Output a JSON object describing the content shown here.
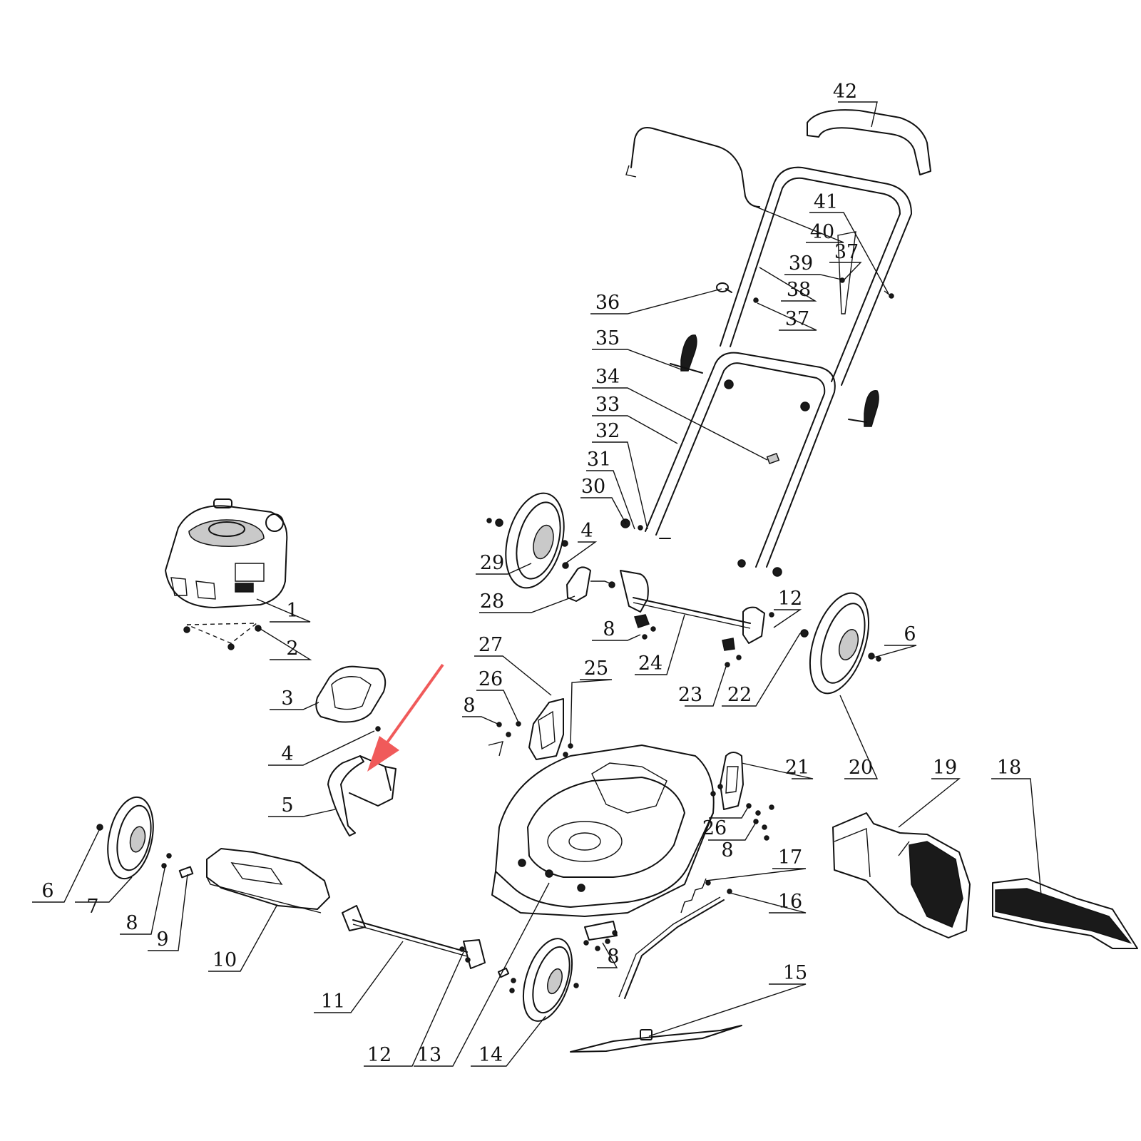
{
  "diagram": {
    "labels": [
      "1",
      "2",
      "3",
      "4",
      "5",
      "6",
      "7",
      "8",
      "9",
      "10",
      "11",
      "12",
      "13",
      "14",
      "15",
      "16",
      "17",
      "18",
      "19",
      "20",
      "21",
      "22",
      "23",
      "24",
      "25",
      "26",
      "27",
      "28",
      "29",
      "30",
      "31",
      "32",
      "33",
      "34",
      "35",
      "36",
      "37",
      "38",
      "39",
      "40",
      "41",
      "42"
    ],
    "highlight_part": "5",
    "colors": {
      "line": "#111111",
      "arrow": "#f05a5a",
      "background": "#ffffff"
    }
  }
}
